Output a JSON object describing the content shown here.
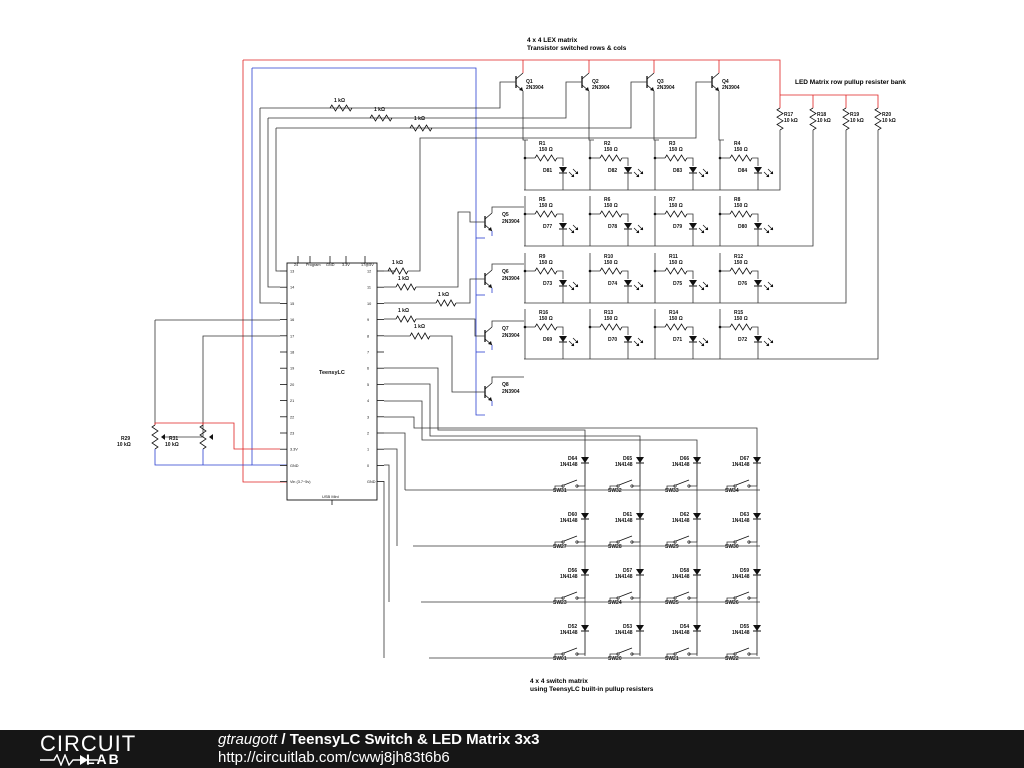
{
  "notes": {
    "lex_title": "4 x 4 LEX matrix",
    "lex_sub": "Transistor switched rows & cols",
    "pullup_bank": "LED Matrix row pullup resister bank",
    "switch_title": "4 x 4 switch matrix",
    "switch_sub": "using TeensyLC built-in pullup resisters"
  },
  "teensy": {
    "name": "TeensyLC",
    "top_pins": [
      "24",
      "Program",
      "GND",
      "3.3V",
      "17@5V"
    ],
    "left_pins": [
      "13",
      "14",
      "15",
      "16",
      "17",
      "18",
      "19",
      "20",
      "21",
      "22",
      "23",
      "3.3V",
      "GND",
      "Vin (3.7~5v)"
    ],
    "right_pins": [
      "12",
      "11",
      "10",
      "9",
      "8",
      "7",
      "6",
      "5",
      "4",
      "3",
      "2",
      "1",
      "0",
      "GND"
    ],
    "bottom": "USB Mini"
  },
  "base_resistor_label": "1 kΩ",
  "col_transistors": [
    {
      "ref": "Q1",
      "part": "2N3904"
    },
    {
      "ref": "Q2",
      "part": "2N3904"
    },
    {
      "ref": "Q3",
      "part": "2N3904"
    },
    {
      "ref": "Q4",
      "part": "2N3904"
    }
  ],
  "row_transistors": [
    {
      "ref": "Q5",
      "part": "2N3904"
    },
    {
      "ref": "Q6",
      "part": "2N3904"
    },
    {
      "ref": "Q7",
      "part": "2N3904"
    },
    {
      "ref": "Q8",
      "part": "2N3904"
    }
  ],
  "pullups": [
    {
      "ref": "R17",
      "value": "10 kΩ"
    },
    {
      "ref": "R18",
      "value": "10 kΩ"
    },
    {
      "ref": "R19",
      "value": "10 kΩ"
    },
    {
      "ref": "R20",
      "value": "10 kΩ"
    }
  ],
  "pots": [
    {
      "ref": "R29",
      "value": "10 kΩ"
    },
    {
      "ref": "R31",
      "value": "10 kΩ"
    }
  ],
  "led_cells": [
    [
      {
        "r": "R1",
        "d": "D81"
      },
      {
        "r": "R2",
        "d": "D82"
      },
      {
        "r": "R3",
        "d": "D83"
      },
      {
        "r": "R4",
        "d": "D84"
      }
    ],
    [
      {
        "r": "R5",
        "d": "D77"
      },
      {
        "r": "R6",
        "d": "D78"
      },
      {
        "r": "R7",
        "d": "D79"
      },
      {
        "r": "R8",
        "d": "D80"
      }
    ],
    [
      {
        "r": "R9",
        "d": "D73"
      },
      {
        "r": "R10",
        "d": "D74"
      },
      {
        "r": "R11",
        "d": "D75"
      },
      {
        "r": "R12",
        "d": "D76"
      }
    ],
    [
      {
        "r": "R16",
        "d": "D69"
      },
      {
        "r": "R13",
        "d": "D70"
      },
      {
        "r": "R14",
        "d": "D71"
      },
      {
        "r": "R15",
        "d": "D72"
      }
    ]
  ],
  "led_resistor_value": "150 Ω",
  "switch_cells": [
    [
      {
        "d": "D64",
        "sw": "SW31"
      },
      {
        "d": "D65",
        "sw": "SW32"
      },
      {
        "d": "D66",
        "sw": "SW33"
      },
      {
        "d": "D67",
        "sw": "SW34"
      }
    ],
    [
      {
        "d": "D60",
        "sw": "SW27"
      },
      {
        "d": "D61",
        "sw": "SW28"
      },
      {
        "d": "D62",
        "sw": "SW29"
      },
      {
        "d": "D63",
        "sw": "SW30"
      }
    ],
    [
      {
        "d": "D56",
        "sw": "SW23"
      },
      {
        "d": "D57",
        "sw": "SW24"
      },
      {
        "d": "D58",
        "sw": "SW25"
      },
      {
        "d": "D59",
        "sw": "SW26"
      }
    ],
    [
      {
        "d": "D52",
        "sw": "SW01"
      },
      {
        "d": "D53",
        "sw": "SW20"
      },
      {
        "d": "D54",
        "sw": "SW21"
      },
      {
        "d": "D55",
        "sw": "SW22"
      }
    ]
  ],
  "switch_diode_part": "1N4148",
  "colors": {
    "vcc": "#e02020",
    "gnd": "#2a3fd0",
    "wire": "#333333",
    "footer_bg": "#161616"
  },
  "footer": {
    "logo_top": "CIRCUIT",
    "logo_bottom": "LAB",
    "author": "gtraugott",
    "separator": " / ",
    "title": "TeensyLC Switch & LED Matrix 3x3",
    "url": "http://circuitlab.com/cwwj8jh83t6b6"
  }
}
